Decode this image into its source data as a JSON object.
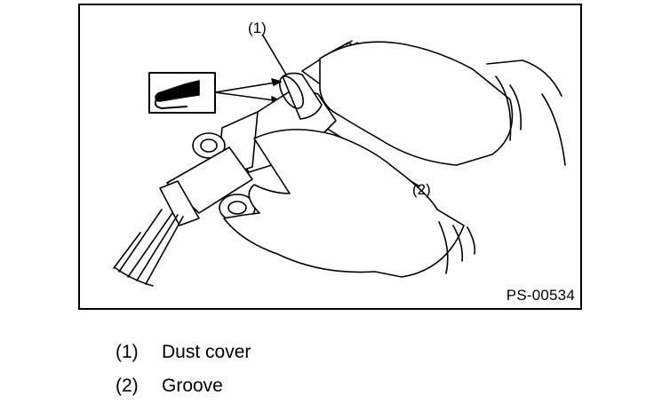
{
  "figure": {
    "id_label": "PS-00534",
    "callouts": [
      {
        "number": "(1)"
      },
      {
        "number": "(2)"
      }
    ]
  },
  "legend": [
    {
      "number": "(1)",
      "text": "Dust cover"
    },
    {
      "number": "(2)",
      "text": "Groove"
    }
  ],
  "icons": [
    "grease-gun-icon"
  ],
  "colors": {
    "line": "#000000",
    "background": "#ffffff"
  }
}
